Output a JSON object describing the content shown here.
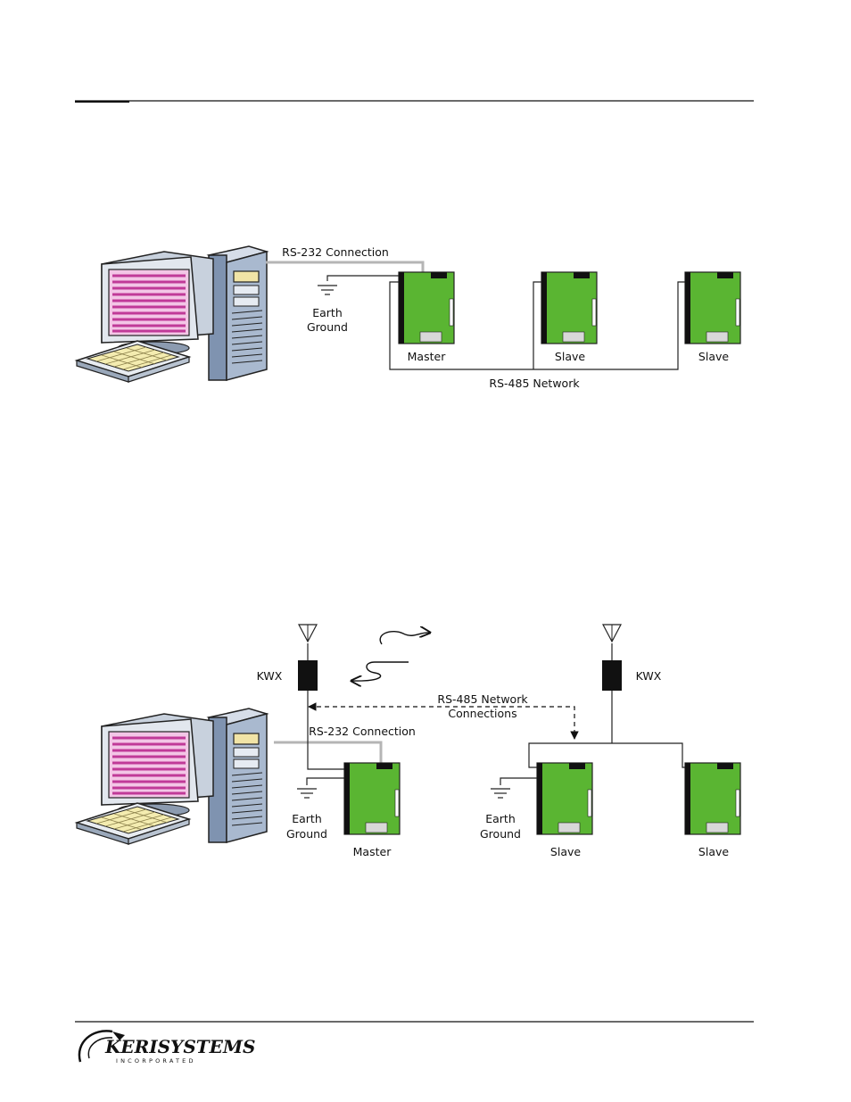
{
  "diagram1": {
    "rs232_label": "RS-232 Connection",
    "ground_label_line1": "Earth",
    "ground_label_line2": "Ground",
    "network_label": "RS-485 Network",
    "controllers": [
      "Master",
      "Slave",
      "Slave"
    ]
  },
  "diagram2": {
    "kwx_left_label": "KWX",
    "kwx_right_label": "KWX",
    "network_label_line1": "RS-485 Network",
    "network_label_line2": "Connections",
    "rs232_label": "RS-232 Connection",
    "ground_left_line1": "Earth",
    "ground_left_line2": "Ground",
    "ground_right_line1": "Earth",
    "ground_right_line2": "Ground",
    "controllers": [
      "Master",
      "Slave",
      "Slave"
    ]
  },
  "footer": {
    "logo_main": "KERISYSTEMS",
    "logo_sub": "INCORPORATED"
  },
  "colors": {
    "board_green": "#5ab532",
    "monitor_pink": "#d94fb0",
    "cable_gray": "#b5b5b5",
    "tower_blue": "#a9b9cf"
  }
}
